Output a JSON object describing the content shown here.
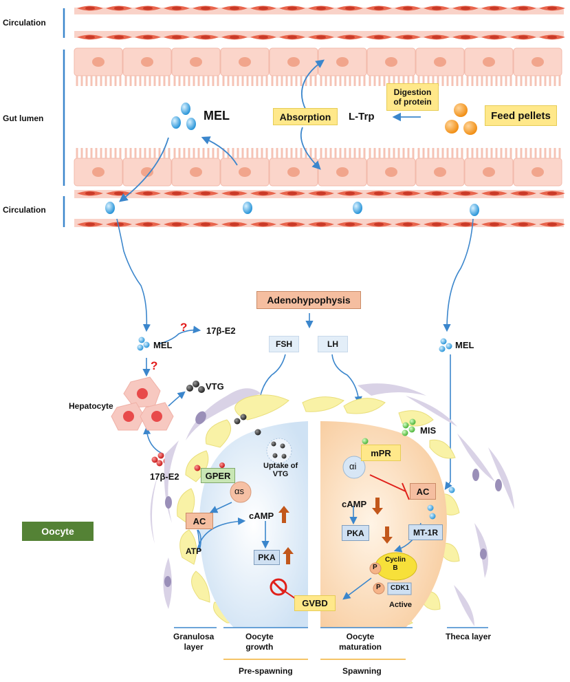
{
  "side_labels": {
    "circulation_top": "Circulation",
    "gut_lumen": "Gut lumen",
    "circulation_mid": "Circulation"
  },
  "gut": {
    "mel": "MEL",
    "absorption": "Absorption",
    "ltrp": "L-Trp",
    "digestion_line1": "Digestion",
    "digestion_line2": "of protein",
    "feed_pellets": "Feed pellets"
  },
  "axis": {
    "adenohypophysis": "Adenohypophysis",
    "fsh": "FSH",
    "lh": "LH",
    "mel_left": "MEL",
    "mel_right": "MEL",
    "e2_top": "17β-E2",
    "question_mark": "?",
    "hepatocyte": "Hepatocyte",
    "vtg": "VTG",
    "e2_bottom": "17β-E2",
    "mis": "MIS"
  },
  "oocyte": {
    "label": "Oocyte",
    "uptake_line1": "Uptake of",
    "uptake_line2": "VTG",
    "gper": "GPER",
    "alpha_s": "αs",
    "ac_left": "AC",
    "atp": "ATP",
    "camp_left": "cAMP",
    "pka_left": "PKA",
    "gvbd": "GVBD",
    "mpr": "mPR",
    "alpha_i": "αi",
    "ac_right": "AC",
    "camp_right": "cAMP",
    "pka_right": "PKA",
    "mt1r": "MT-1R",
    "cyclin_line1": "Cyclin",
    "cyclin_line2": "B",
    "cdk1": "CDK1",
    "p": "P",
    "active": "Active"
  },
  "bottom_labels": {
    "granulosa_line1": "Granulosa",
    "granulosa_line2": "layer",
    "growth_line1": "Oocyte",
    "growth_line2": "growth",
    "maturation_line1": "Oocyte",
    "maturation_line2": "maturation",
    "theca": "Theca layer",
    "pre_spawning": "Pre-spawning",
    "spawning": "Spawning"
  },
  "colors": {
    "arrow_blue": "#3b86cc",
    "up_down_arrow": "#c2571b",
    "inhibit_red": "#e0201a",
    "oocyte_green": "#548235",
    "box_yellow": "#ffe88a"
  }
}
